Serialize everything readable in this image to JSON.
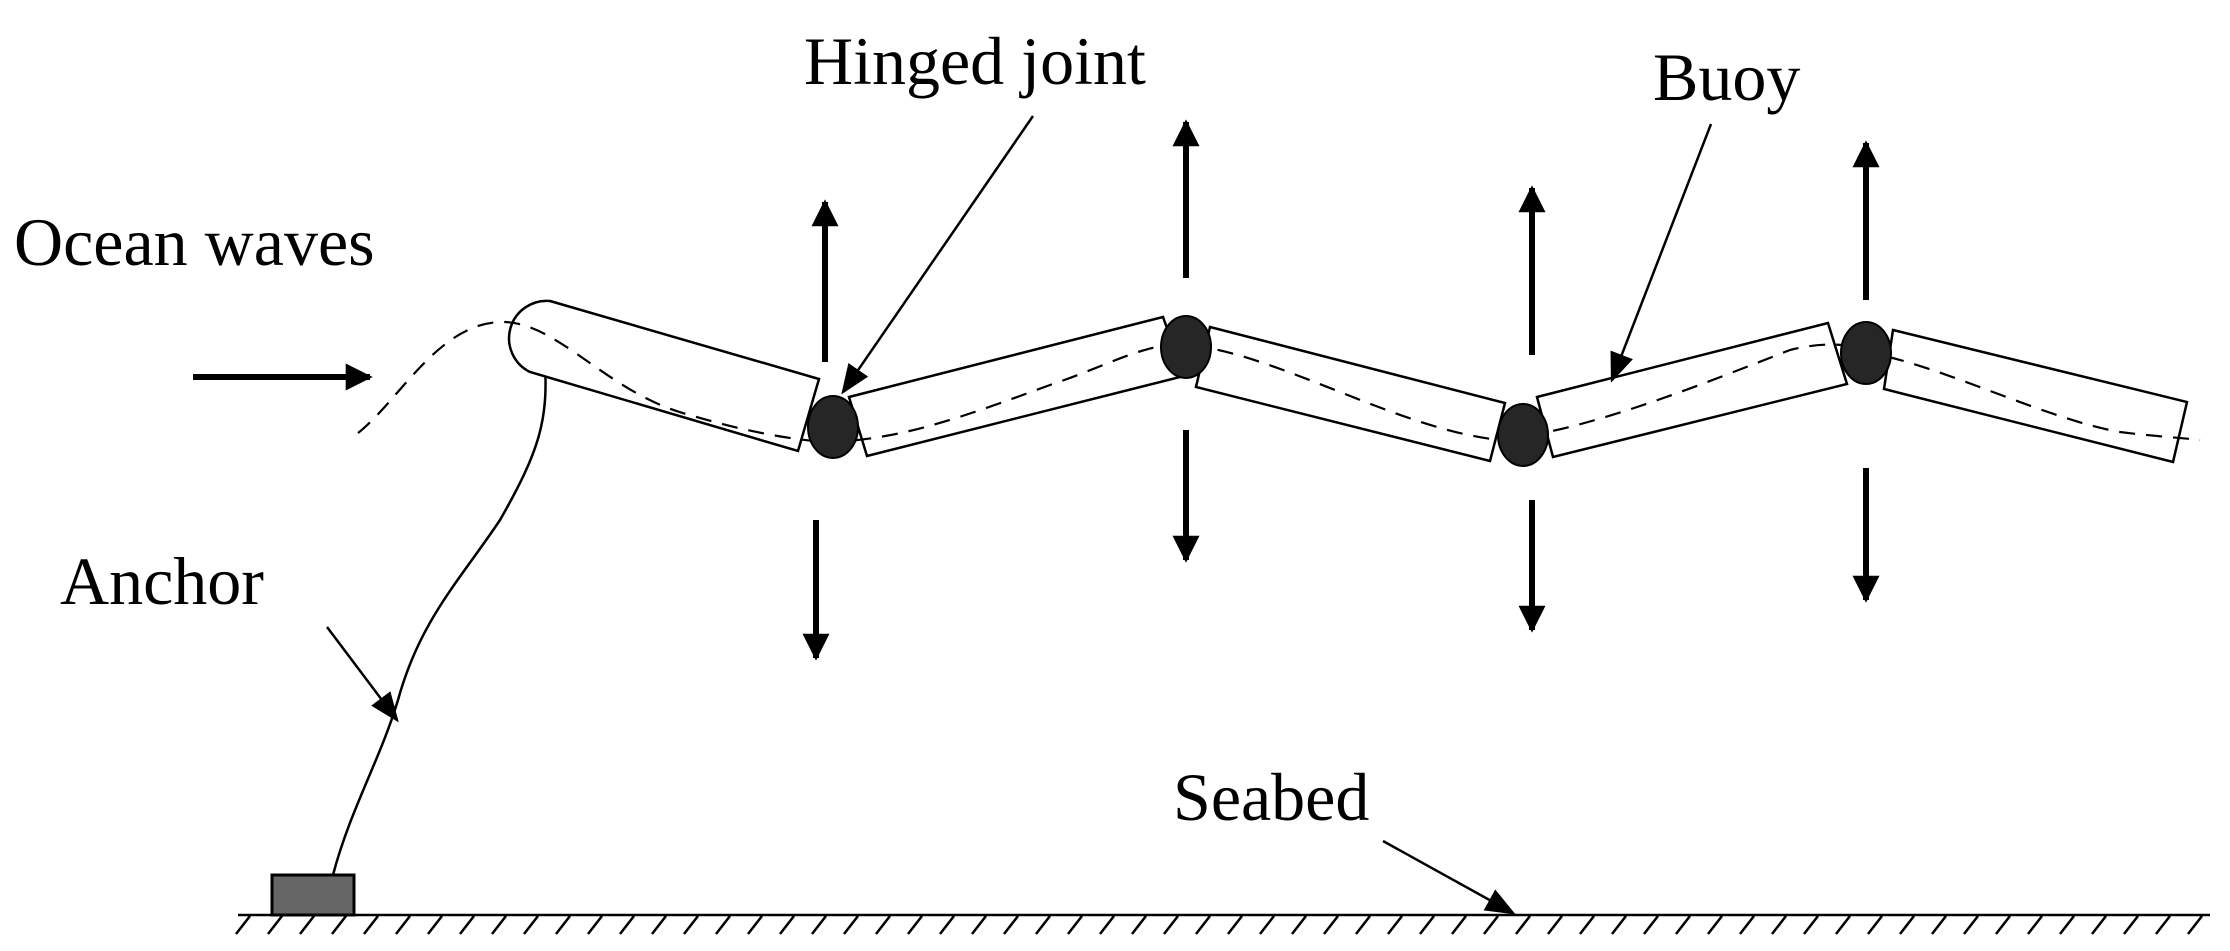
{
  "labels": {
    "ocean_waves": "Ocean waves",
    "hinged_joint": "Hinged joint",
    "buoy": "Buoy",
    "anchor": "Anchor",
    "seabed": "Seabed"
  },
  "colors": {
    "joint": "#262626",
    "anchor_block": "#666666",
    "line": "#000000",
    "background": "#ffffff"
  }
}
